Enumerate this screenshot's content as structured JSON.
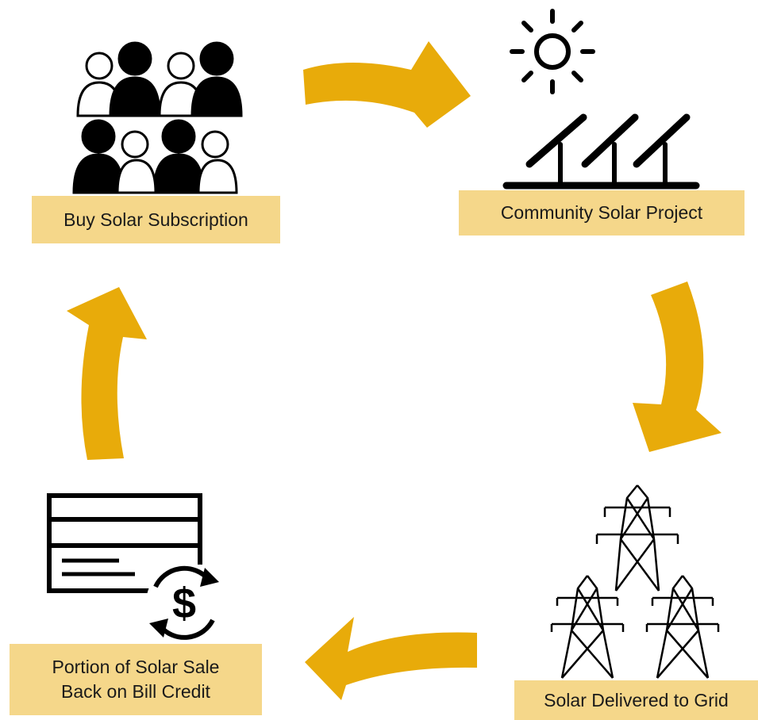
{
  "colors": {
    "arrow": "#e8ab0a",
    "label_background": "#f5d78a",
    "icon": "#000000"
  },
  "steps": [
    {
      "id": "buy",
      "label": "Buy Solar Subscription",
      "icon": "people-group-icon"
    },
    {
      "id": "community",
      "label": "Community Solar Project",
      "icon": "sun-and-solar-panels-icon"
    },
    {
      "id": "grid",
      "label": "Solar Delivered to Grid",
      "icon": "transmission-towers-icon"
    },
    {
      "id": "portion",
      "label_lines": [
        "Portion of Solar Sale",
        "Back on Bill Credit"
      ],
      "icon": "bill-dollar-cycle-icon"
    }
  ],
  "arrows": [
    {
      "from": "buy",
      "to": "community",
      "direction": "right"
    },
    {
      "from": "community",
      "to": "grid",
      "direction": "down"
    },
    {
      "from": "grid",
      "to": "portion",
      "direction": "left"
    },
    {
      "from": "portion",
      "to": "buy",
      "direction": "up"
    }
  ]
}
